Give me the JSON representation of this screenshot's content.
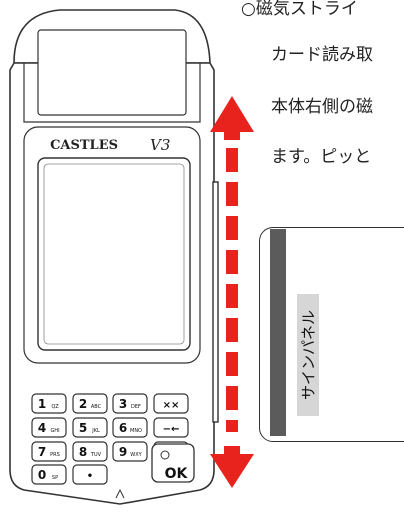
{
  "instructions": {
    "line1": "○磁気ストライ",
    "line2": "カード読み取",
    "line3": "本体右側の磁",
    "line4": "ます。ピッと"
  },
  "terminal": {
    "brand": "CASTLES",
    "model": "V3",
    "keys": [
      {
        "main": "1",
        "sub": "QZ"
      },
      {
        "main": "2",
        "sub": "ABC"
      },
      {
        "main": "3",
        "sub": "DEF"
      },
      {
        "main": "××",
        "sub": ""
      },
      {
        "main": "4",
        "sub": "GHI"
      },
      {
        "main": "5",
        "sub": "JKL"
      },
      {
        "main": "6",
        "sub": "MNO"
      },
      {
        "main": "−←",
        "sub": ""
      },
      {
        "main": "7",
        "sub": "PRS"
      },
      {
        "main": "8",
        "sub": "TUV"
      },
      {
        "main": "9",
        "sub": "WXY"
      },
      {
        "main": "⏻ ⬆",
        "sub": ""
      },
      {
        "main": "0",
        "sub": "SP"
      },
      {
        "main": "•",
        "sub": ""
      }
    ],
    "ok_label": "OK"
  },
  "card": {
    "sign_panel_label": "サインパネル"
  },
  "colors": {
    "arrow": "#e8231e",
    "outline": "#333333",
    "stripe": "#5b5b5b",
    "sign_panel": "#d6d6d6"
  }
}
